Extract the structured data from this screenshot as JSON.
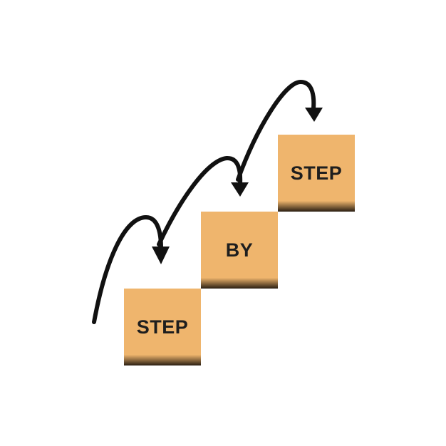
{
  "diagram": {
    "steps": [
      {
        "label": "STEP"
      },
      {
        "label": "BY"
      },
      {
        "label": "STEP"
      }
    ],
    "colors": {
      "block_fill": "#efb56d",
      "block_shadow": "#2a1e12",
      "arrow": "#111111",
      "background": "#ffffff"
    }
  }
}
